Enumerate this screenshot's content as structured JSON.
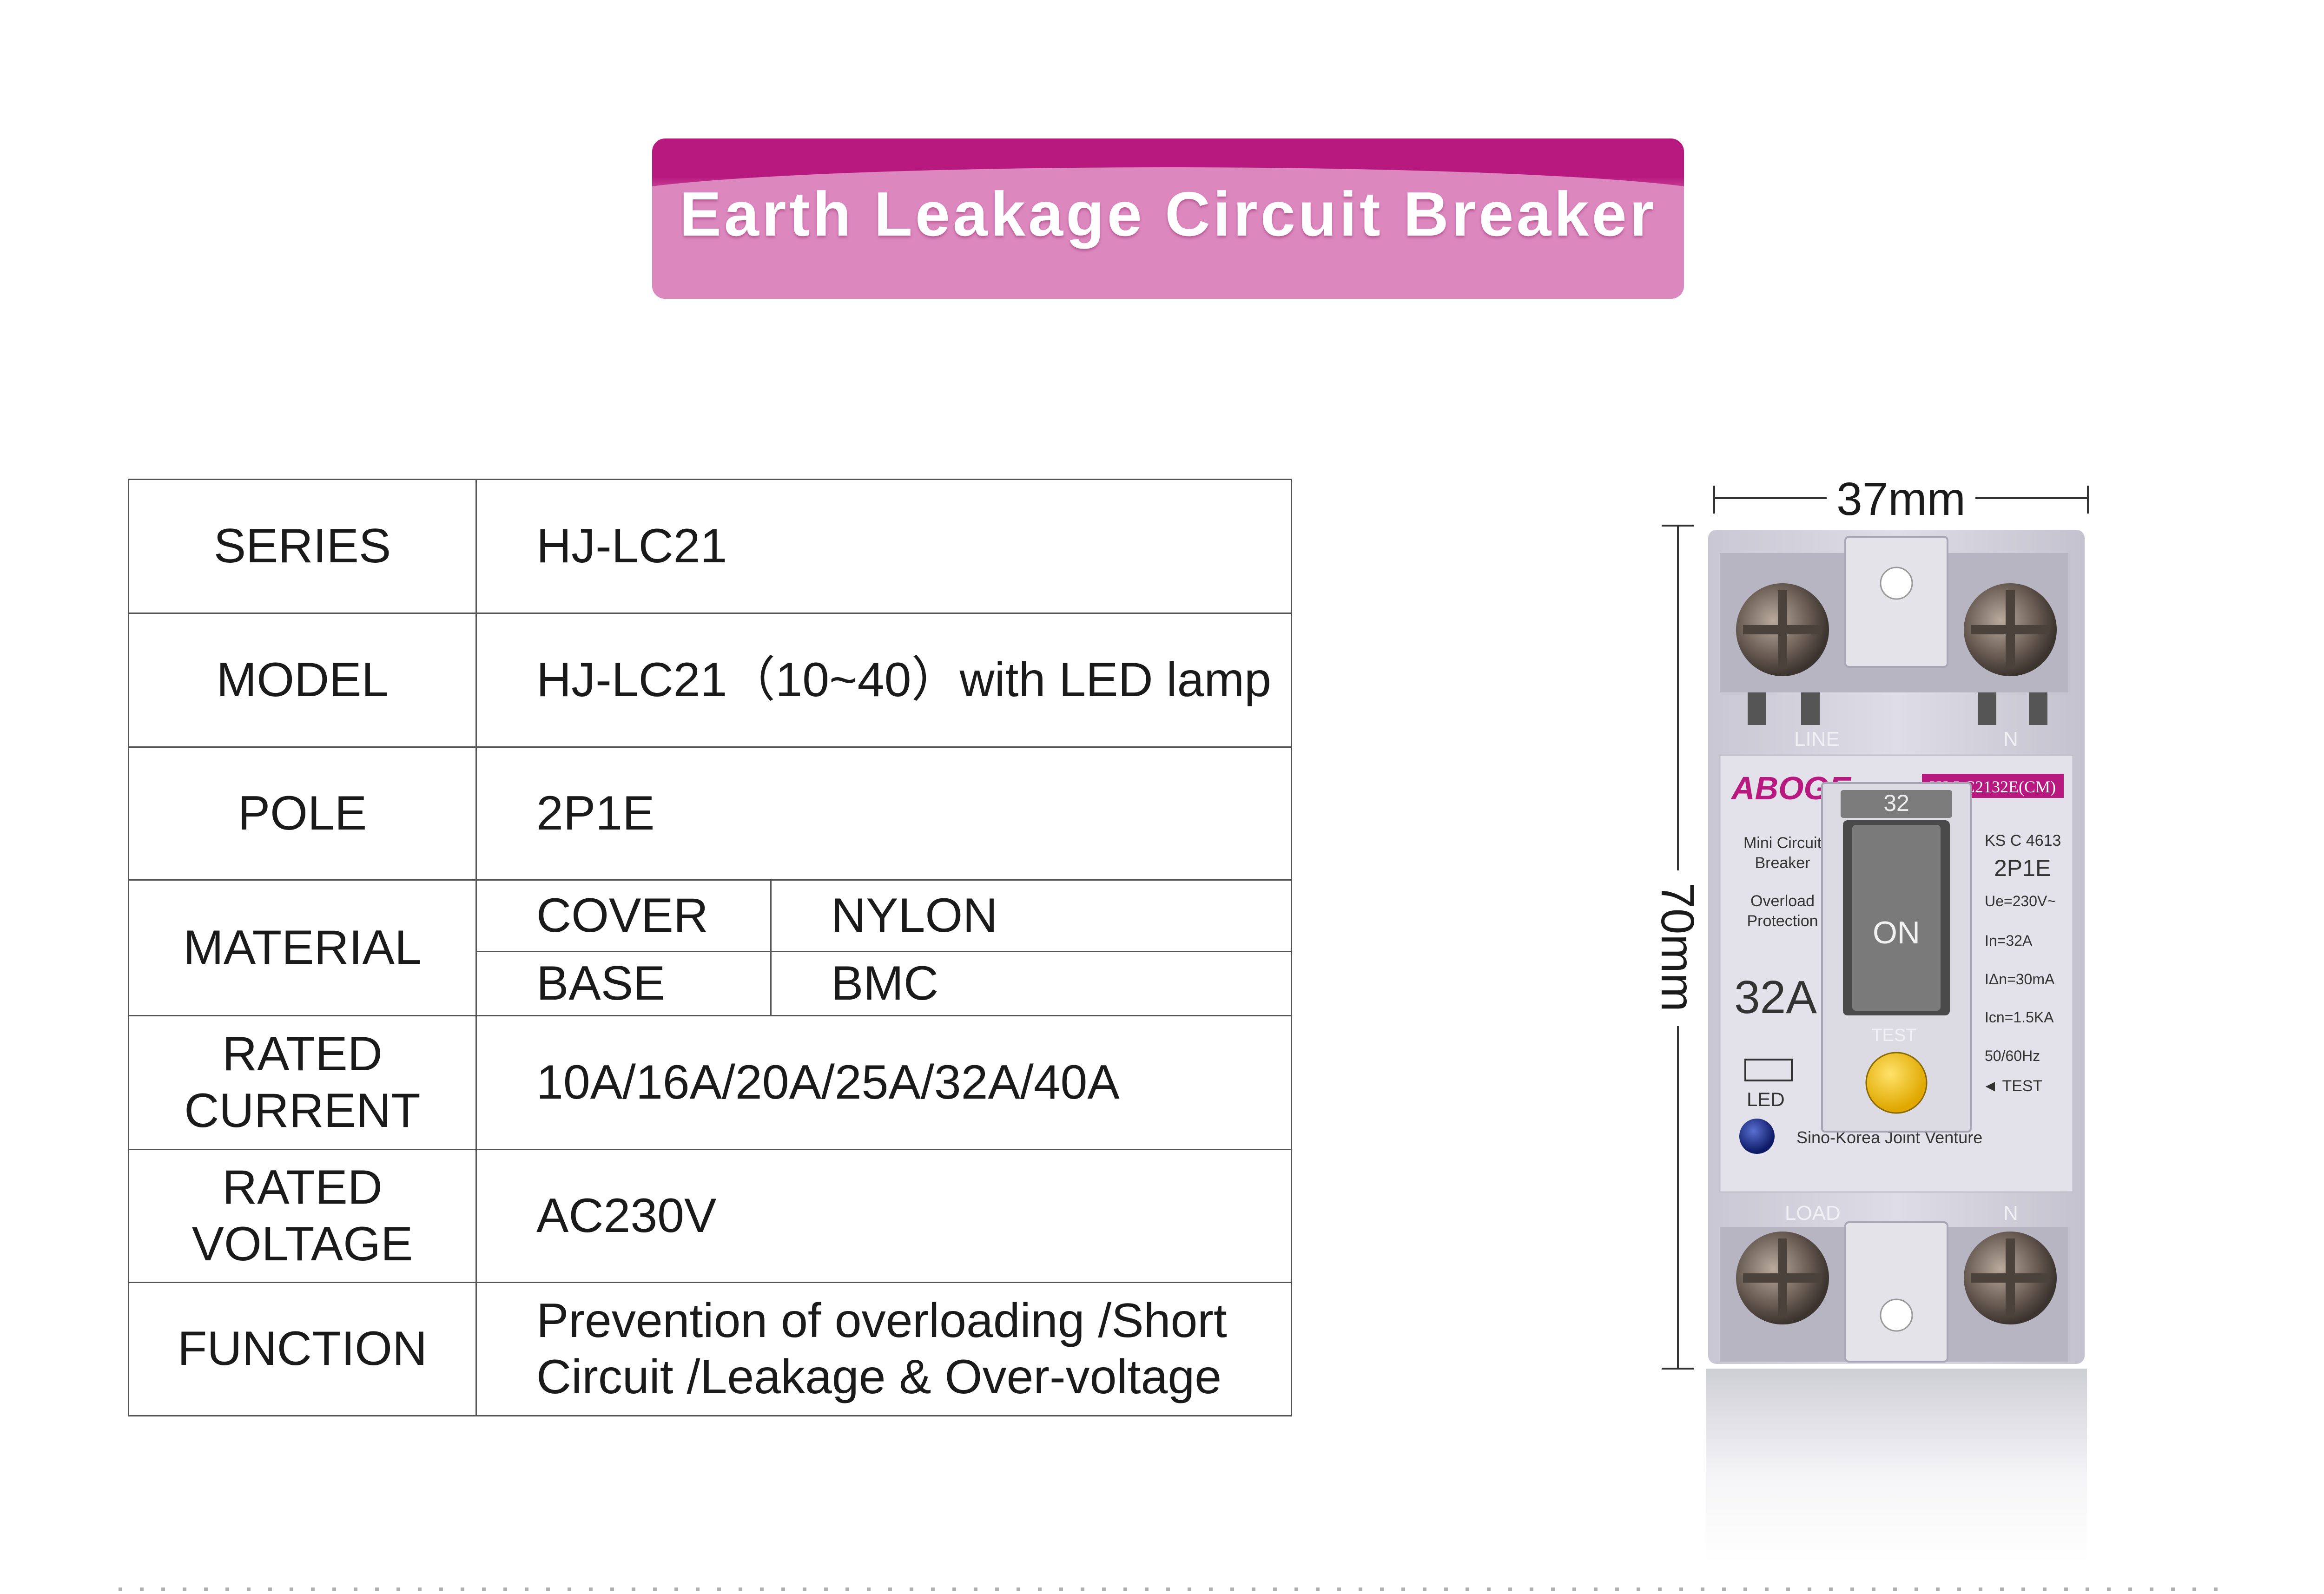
{
  "banner": {
    "title": "Earth Leakage Circuit Breaker"
  },
  "spec": {
    "series": {
      "label": "SERIES",
      "value": "HJ-LC21"
    },
    "model": {
      "label": "MODEL",
      "value": "HJ-LC21（10~40）with LED lamp"
    },
    "pole": {
      "label": "POLE",
      "value": "2P1E"
    },
    "material": {
      "label": "MATERIAL",
      "rows": [
        {
          "part": "COVER",
          "value": "NYLON"
        },
        {
          "part": "BASE",
          "value": "BMC"
        }
      ]
    },
    "rated_current": {
      "label_line1": "RATED",
      "label_line2": "CURRENT",
      "value": "10A/16A/20A/25A/32A/40A"
    },
    "rated_voltage": {
      "label_line1": "RATED",
      "label_line2": "VOLTAGE",
      "value": "AC230V"
    },
    "function": {
      "label": "FUNCTION",
      "value_line1": "Prevention of overloading /Short",
      "value_line2": "Circuit /Leakage & Over-voltage"
    }
  },
  "dimensions": {
    "width": "37mm",
    "height": "70mm"
  },
  "product": {
    "brand": "ABOGE",
    "model_tag": "HJ-LC2132E(CM)",
    "line_label": "LINE",
    "load_label": "LOAD",
    "neutral_label": "N",
    "left_text_1": "Mini Circuit",
    "left_text_2": "Breaker",
    "left_text_3": "Overload",
    "left_text_4": "Protection",
    "rating": "32A",
    "lever_top": "32",
    "lever_on": "ON",
    "test_label": "TEST",
    "led_label": "LED",
    "right_1": "KS C 4613",
    "right_2": "2P1E",
    "right_3": "Ue=230V~",
    "right_4": "In=32A",
    "right_5": "IΔn=30mA",
    "right_6": "Icn=1.5KA",
    "right_7": "50/60Hz",
    "right_8": "◄ TEST",
    "footer": "Sino-Korea Joint Venture"
  }
}
